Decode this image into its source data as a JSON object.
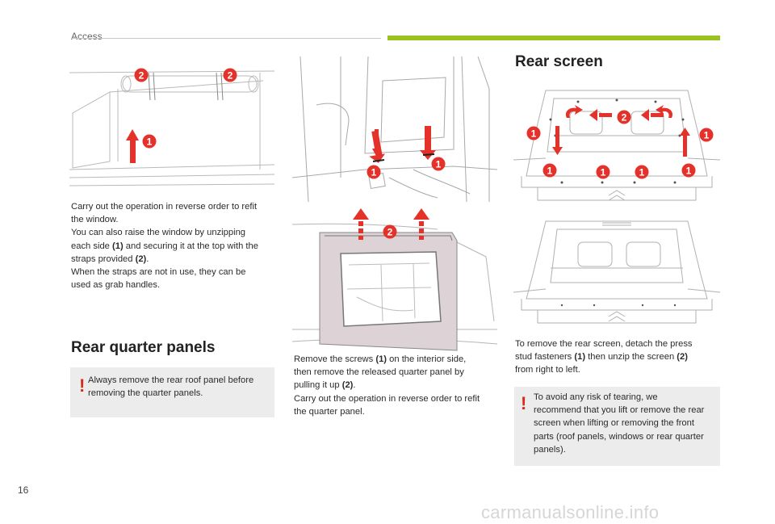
{
  "header": {
    "section": "Access"
  },
  "page_number": "16",
  "col1": {
    "lines": [
      "Carry out the operation in reverse order to refit",
      "the window.",
      "You can also raise the window by unzipping",
      "each side ",
      " and securing it at the top with the",
      "straps provided ",
      "When the straps are not in use, they can be",
      "used as grab handles."
    ],
    "ref1": "(1)",
    "ref2": "(2)",
    "period": ".",
    "heading": "Rear quarter panels",
    "warning_mark": "!",
    "warning_lines": [
      "Always remove the rear roof panel before",
      "removing the quarter panels."
    ]
  },
  "col2": {
    "line1_pre": "Remove the screws ",
    "ref1": "(1)",
    "line1_post": " on the interior side,",
    "line2": "then remove the released quarter panel by",
    "line3_pre": "pulling it up ",
    "ref2": "(2)",
    "period": ".",
    "line4": "Carry out the operation in reverse order to refit",
    "line5": "the quarter panel."
  },
  "col3": {
    "heading": "Rear screen",
    "line1": "To remove the rear screen, detach the press",
    "line2_pre": "stud fasteners ",
    "ref1": "(1)",
    "line2_mid": " then unzip the screen ",
    "ref2": "(2)",
    "line3": "from right to left.",
    "warning_mark": "!",
    "warning_lines": [
      "To avoid any risk of tearing, we",
      "recommend that you lift or remove the rear",
      "screen when lifting or removing the front",
      "parts (roof panels, windows or rear quarter",
      "panels)."
    ]
  },
  "callouts": {
    "one": "1",
    "two": "2"
  },
  "colors": {
    "accent_green": "#9bc31f",
    "callout_red": "#e4322b",
    "warning_red": "#d52b1e",
    "box_gray": "#ececec"
  },
  "watermark": "carmanualsonline.info"
}
